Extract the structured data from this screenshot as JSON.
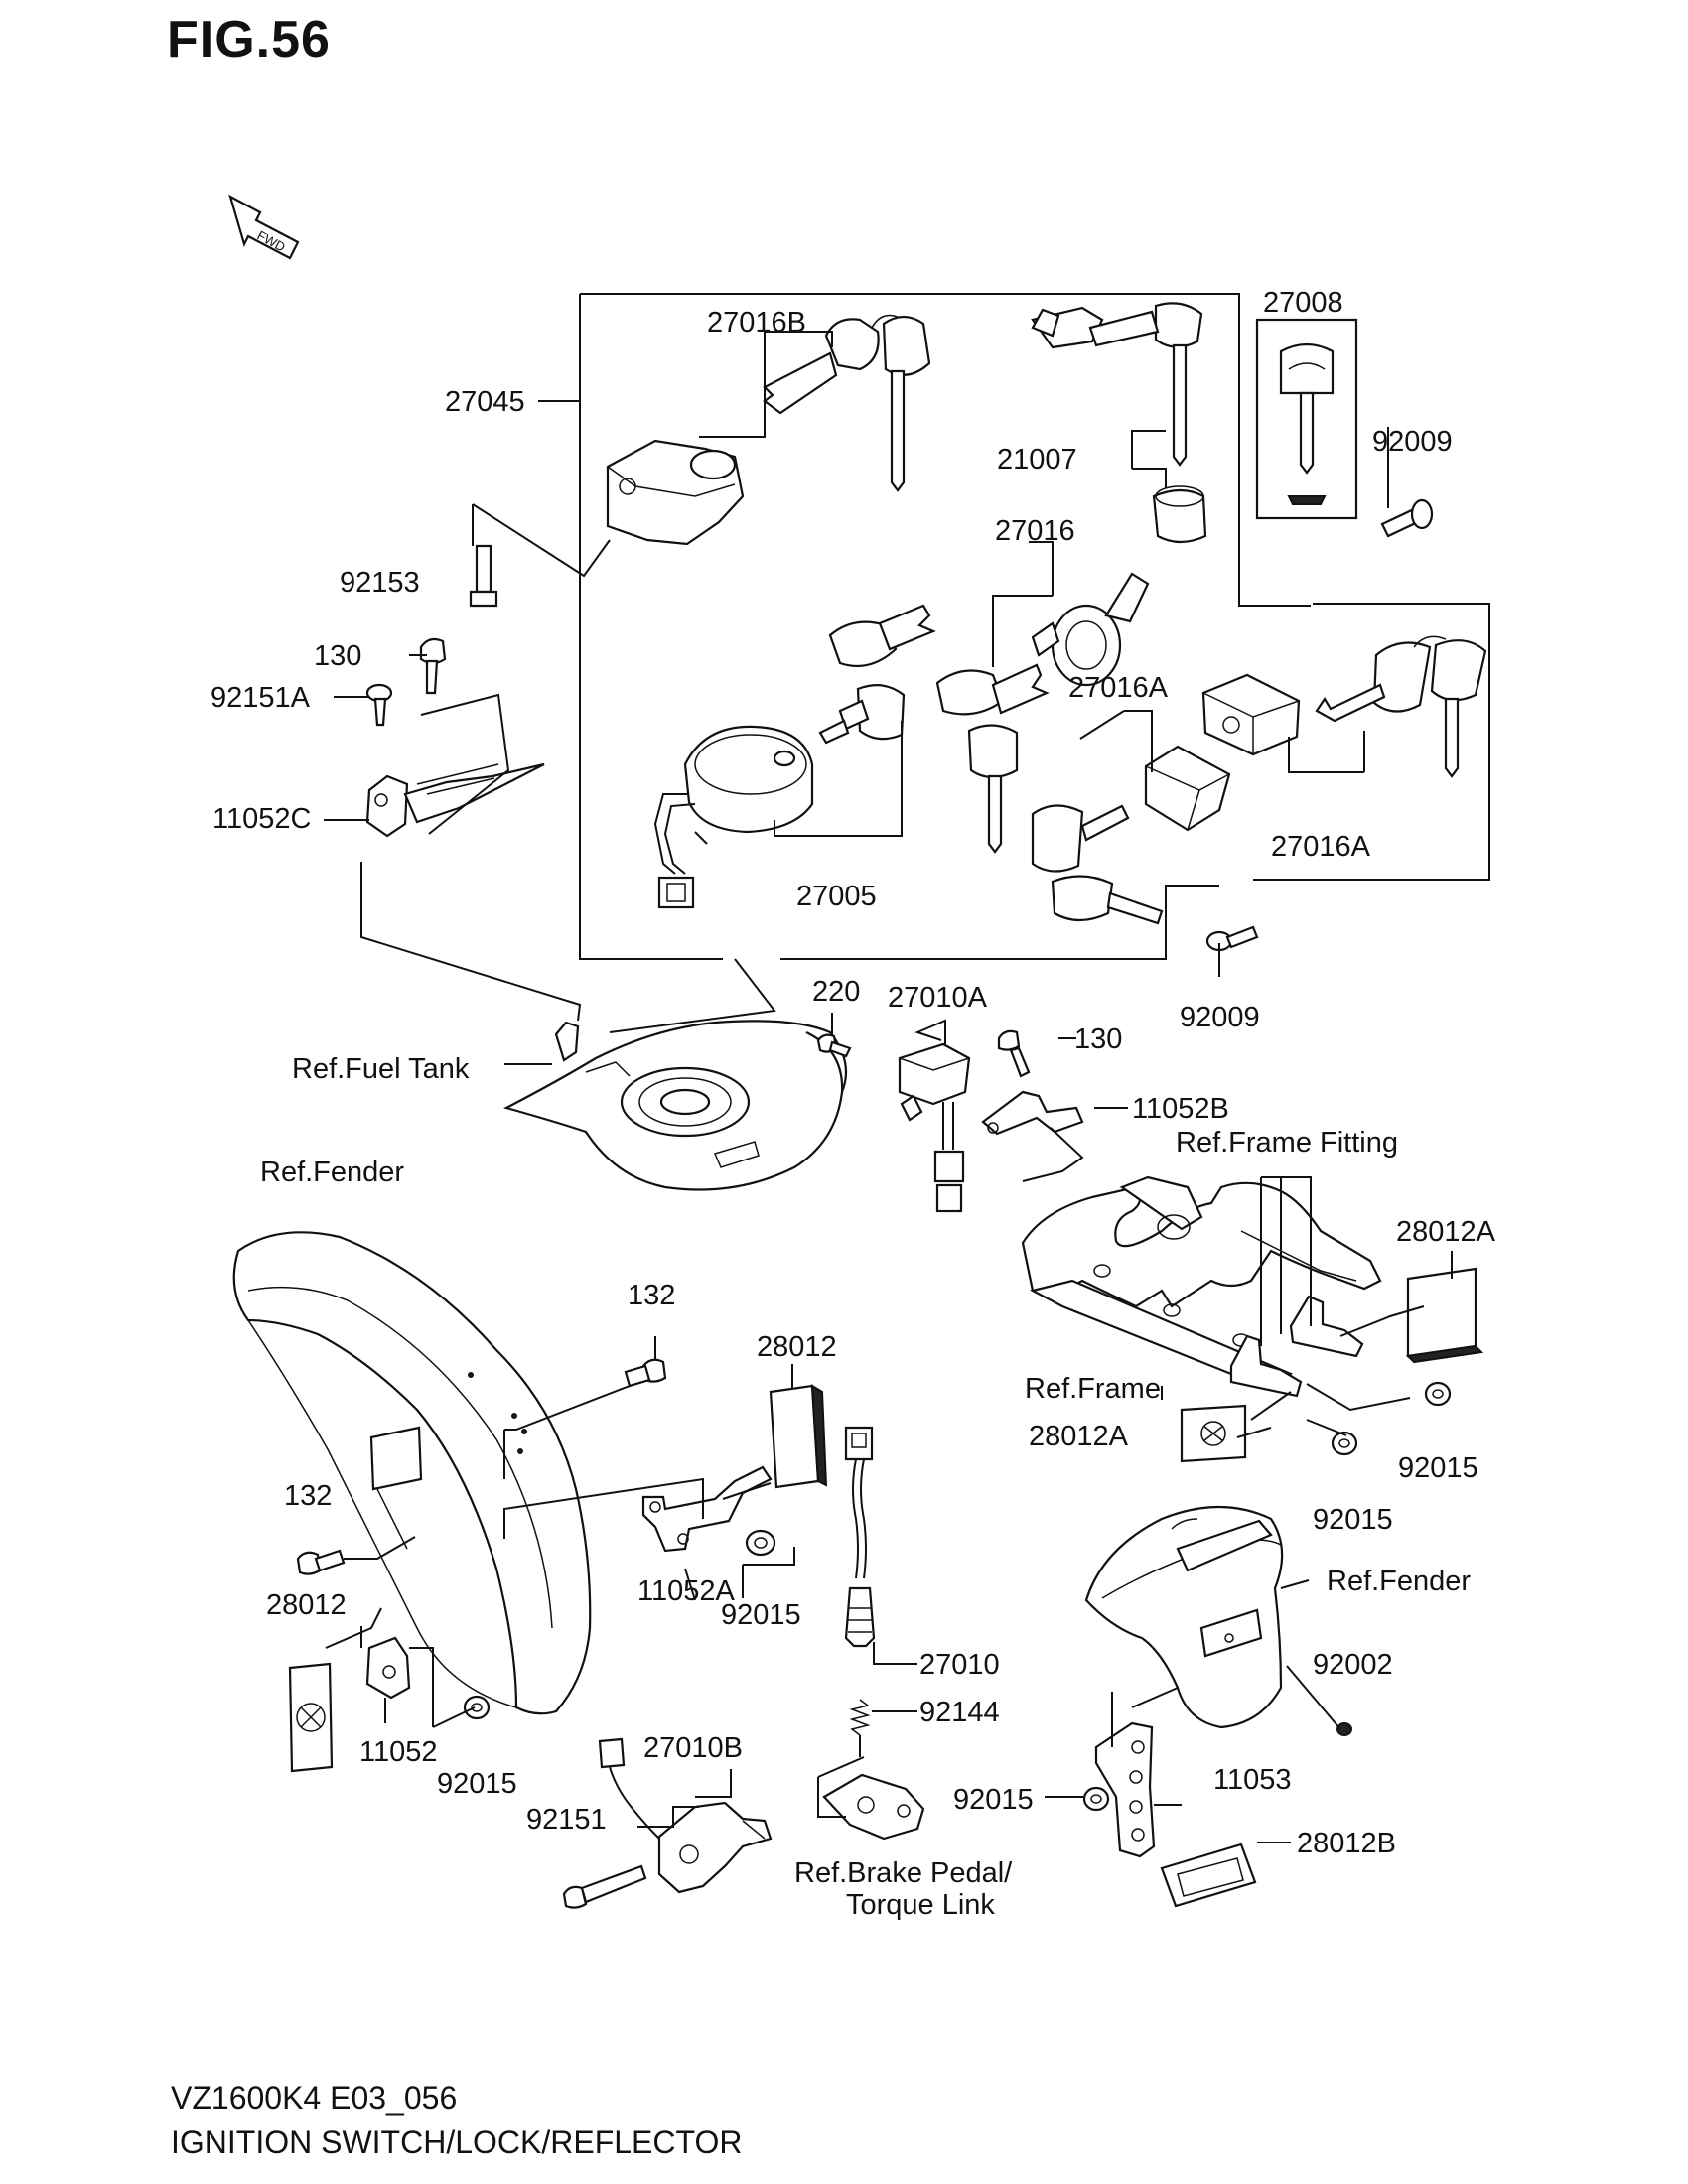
{
  "figure": {
    "title": "FIG.56",
    "fwd_label": "FWD"
  },
  "footer": {
    "model": "VZ1600K4 E03_056",
    "title": "IGNITION SWITCH/LOCK/REFLECTOR"
  },
  "labels": {
    "p27016B": "27016B",
    "p27008": "27008",
    "p27045": "27045",
    "p21007": "21007",
    "p92009_top": "92009",
    "p92153": "92153",
    "p27016": "27016",
    "p130_left": "130",
    "p92151A": "92151A",
    "p27016A_mid": "27016A",
    "p11052C": "11052C",
    "p27016A_right": "27016A",
    "p27005": "27005",
    "p220": "220",
    "p27010A": "27010A",
    "p92009_bottom": "92009",
    "p130_right": "130",
    "ref_fuel_tank": "Ref.Fuel Tank",
    "p11052B": "11052B",
    "ref_frame_fitting": "Ref.Frame Fitting",
    "ref_fender_front": "Ref.Fender",
    "p28012A_right": "28012A",
    "p132_top": "132",
    "p28012_mid": "28012",
    "ref_frame": "Ref.Frame",
    "p28012A_mid": "28012A",
    "p92015_right": "92015",
    "p132_left": "132",
    "p92015_center": "92015",
    "ref_fender_rear": "Ref.Fender",
    "p11052A": "11052A",
    "p92015_mid": "92015",
    "p28012_left": "28012",
    "p27010": "27010",
    "p92002": "92002",
    "p92144": "92144",
    "p11052": "11052",
    "p92015_left": "92015",
    "p27010B": "27010B",
    "p11053": "11053",
    "p92015_lower": "92015",
    "p92151": "92151",
    "p28012B": "28012B",
    "ref_brake_pedal": "Ref.Brake Pedal/",
    "ref_torque_link": "Torque Link"
  }
}
